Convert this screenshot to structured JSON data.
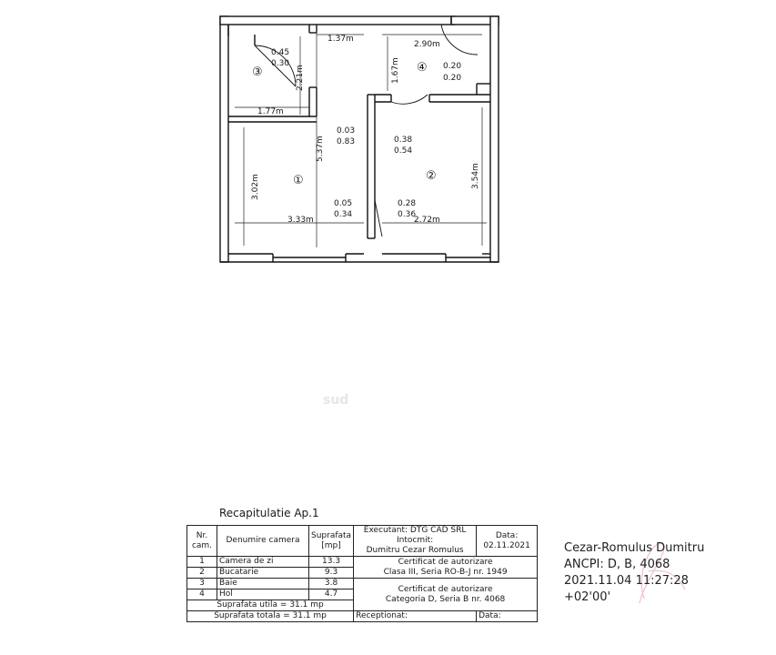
{
  "plan": {
    "rooms": [
      {
        "number": "①"
      },
      {
        "number": "②"
      },
      {
        "number": "③"
      },
      {
        "number": "④"
      }
    ],
    "dimensions": {
      "d_0_45": "0.45",
      "d_0_30": "0.30",
      "d_2_21": "2.21m",
      "d_1_77": "1.77m",
      "d_1_37": "1.37m",
      "d_2_90": "2.90m",
      "d_1_67": "1.67m",
      "d_0_20a": "0.20",
      "d_0_20b": "0.20",
      "d_5_37": "5.37m",
      "d_0_03": "0.03",
      "d_0_83": "0.83",
      "d_0_38": "0.38",
      "d_0_54": "0.54",
      "d_3_02": "3.02m",
      "d_3_54": "3.54m",
      "d_0_05": "0.05",
      "d_0_34": "0.34",
      "d_0_28": "0.28",
      "d_0_36": "0.36",
      "d_3_33": "3.33m",
      "d_2_72": "2.72m"
    }
  },
  "watermark": "sud",
  "recap": {
    "title": "Recapitulatie Ap.1",
    "headers": {
      "nr": "Nr. cam.",
      "name": "Denumire camera",
      "area": "Suprafata [mp]"
    },
    "rows": [
      {
        "nr": "1",
        "name": "Camera de zi",
        "area": "13.3"
      },
      {
        "nr": "2",
        "name": "Bucatarie",
        "area": "9.3"
      },
      {
        "nr": "3",
        "name": "Baie",
        "area": "3.8"
      },
      {
        "nr": "4",
        "name": "Hol",
        "area": "4.7"
      }
    ],
    "useful_area": "Suprafata utila = 31.1 mp",
    "total_area": "Suprafata totala = 31.1 mp",
    "executant_line1": "Executant: DTG CAD SRL",
    "executant_line2": "Intocmit:",
    "executant_line3": "Dumitru Cezar Romulus",
    "date_label": "Data:",
    "date_value": "02.11.2021",
    "cert1_line1": "Certificat de autorizare",
    "cert1_line2": "Clasa III, Seria RO-B-J nr. 1949",
    "cert2_line1": "Certificat de autorizare",
    "cert2_line2": "Categoria D, Seria B nr. 4068",
    "receptionat": "Receptionat:",
    "date_label2": "Data:"
  },
  "signature": {
    "name": "Cezar-Romulus Dumitru",
    "ancpi": "ANCPI: D, B, 4068",
    "datetime": "2021.11.04 11:27:28",
    "tz": "+02'00'"
  }
}
